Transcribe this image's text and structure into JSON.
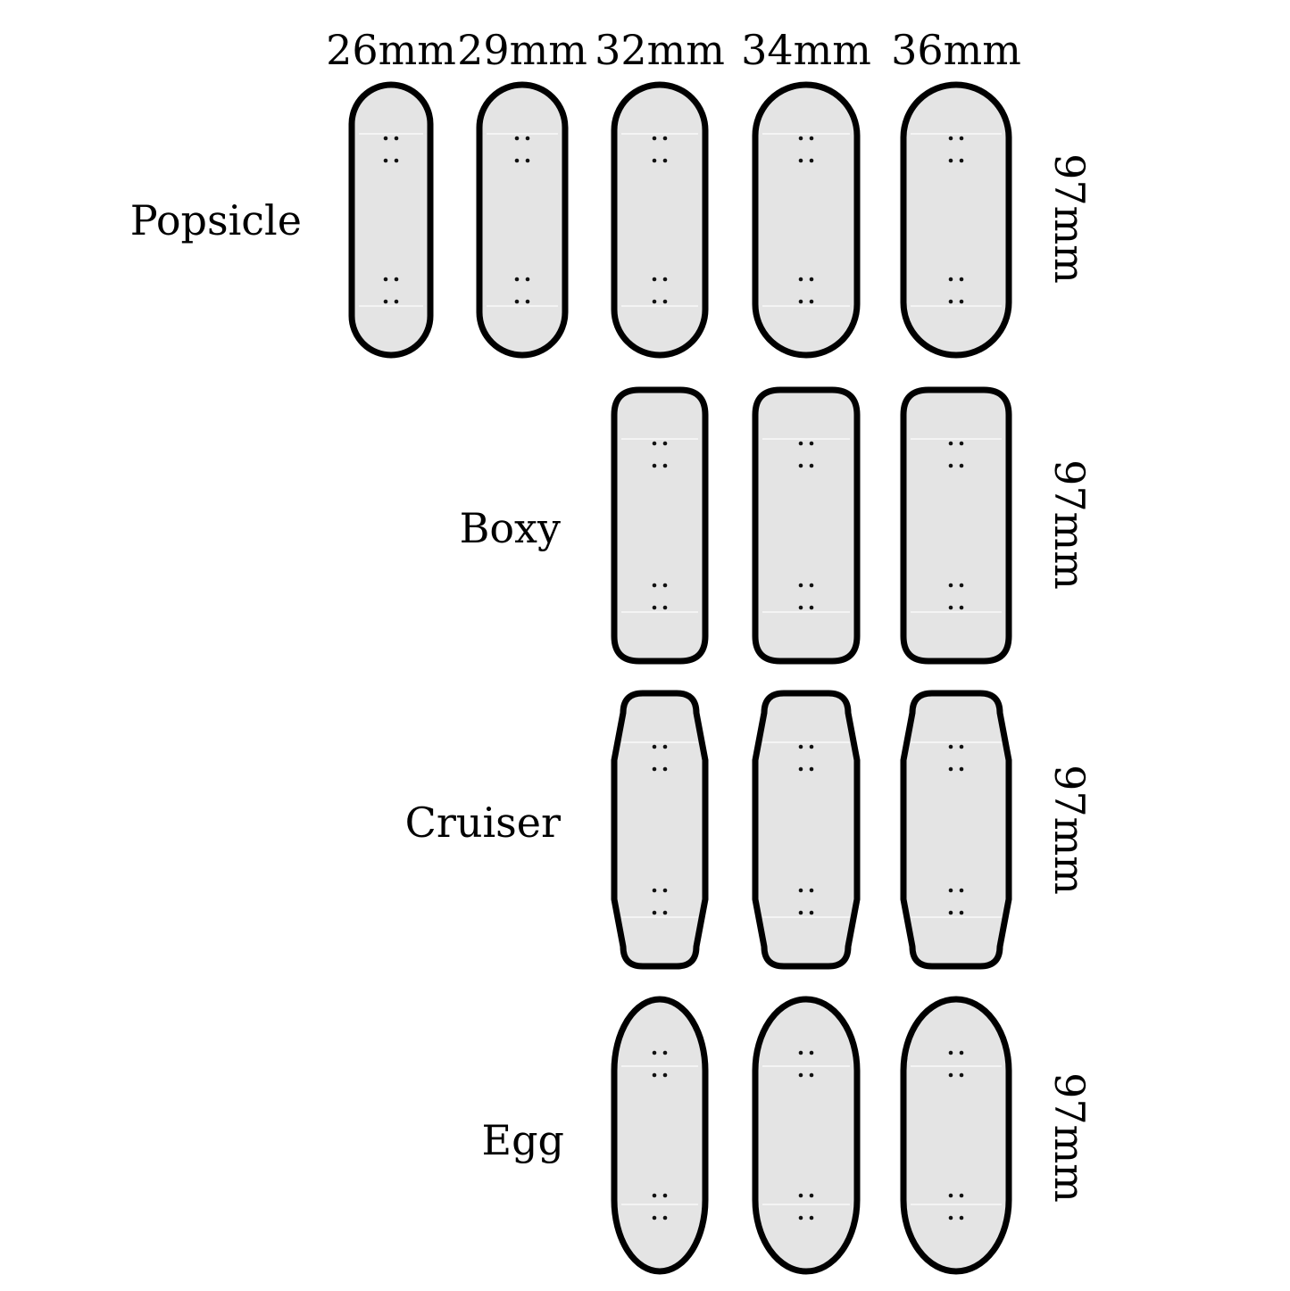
{
  "widths": [
    "26mm",
    "29mm",
    "32mm",
    "34mm",
    "36mm"
  ],
  "rows": [
    {
      "shape": "Popsicle",
      "length": "97mm",
      "boards": [
        0,
        1,
        2,
        3,
        4
      ]
    },
    {
      "shape": "Boxy",
      "length": "97mm",
      "boards": [
        2,
        3,
        4
      ]
    },
    {
      "shape": "Cruiser",
      "length": "97mm",
      "boards": [
        2,
        3,
        4
      ]
    },
    {
      "shape": "Egg",
      "length": "97mm",
      "boards": [
        2,
        3,
        4
      ]
    }
  ],
  "colors": {
    "deck_fill": "#e4e4e4",
    "outline": "#000000",
    "background": "#ffffff"
  }
}
